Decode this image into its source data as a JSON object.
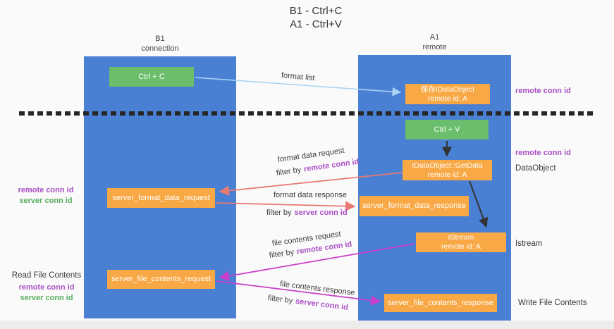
{
  "title": {
    "line1": "B1 - Ctrl+C",
    "line2": "A1 - Ctrl+V"
  },
  "lanes": {
    "b1": {
      "name": "B1",
      "role": "connection"
    },
    "a1": {
      "name": "A1",
      "role": "remote"
    }
  },
  "boxes": {
    "ctrl_c": {
      "label": "Ctrl + C"
    },
    "ctrl_v": {
      "label": "Ctrl + V"
    },
    "save_dataobject": {
      "line1": "保存IDataObject",
      "line2": "remote id: A"
    },
    "getdata": {
      "line1": "IDataObject::GetData",
      "line2": "remote id: A"
    },
    "istream": {
      "line1": "IStream",
      "line2": "remote id: A"
    },
    "format_request": {
      "label": "server_format_data_request"
    },
    "format_response": {
      "label": "server_format_data_response"
    },
    "file_request": {
      "label": "server_file_contents_request"
    },
    "file_response": {
      "label": "server_file_contents_response"
    }
  },
  "flow_labels": {
    "format_list": "format list",
    "format_data_request": "format data request",
    "format_data_response": "format data response",
    "file_contents_request": "file contents request",
    "file_contents_response": "file contents response",
    "filter_by": "filter by",
    "remote_conn_id": "remote conn id",
    "server_conn_id": "server conn id"
  },
  "side_labels": {
    "remote_conn_id": "remote conn id",
    "server_conn_id": "server conn id",
    "dataobject": "DataObject",
    "istream": "Istream",
    "read_file_contents": "Read File Contents",
    "write_file_contents": "Write File Contents"
  },
  "colors": {
    "lane_blue": "#4a80d4",
    "box_green": "#6abe6c",
    "box_orange": "#f8a844",
    "text_purple": "#a94fc5",
    "text_green": "#56ae5e",
    "arrow_salmon": "#e87a72",
    "arrow_magenta": "#c93fc9",
    "arrow_lightblue": "#a9d3f2",
    "arrow_black": "#333333",
    "dashed_line": "#262626"
  }
}
